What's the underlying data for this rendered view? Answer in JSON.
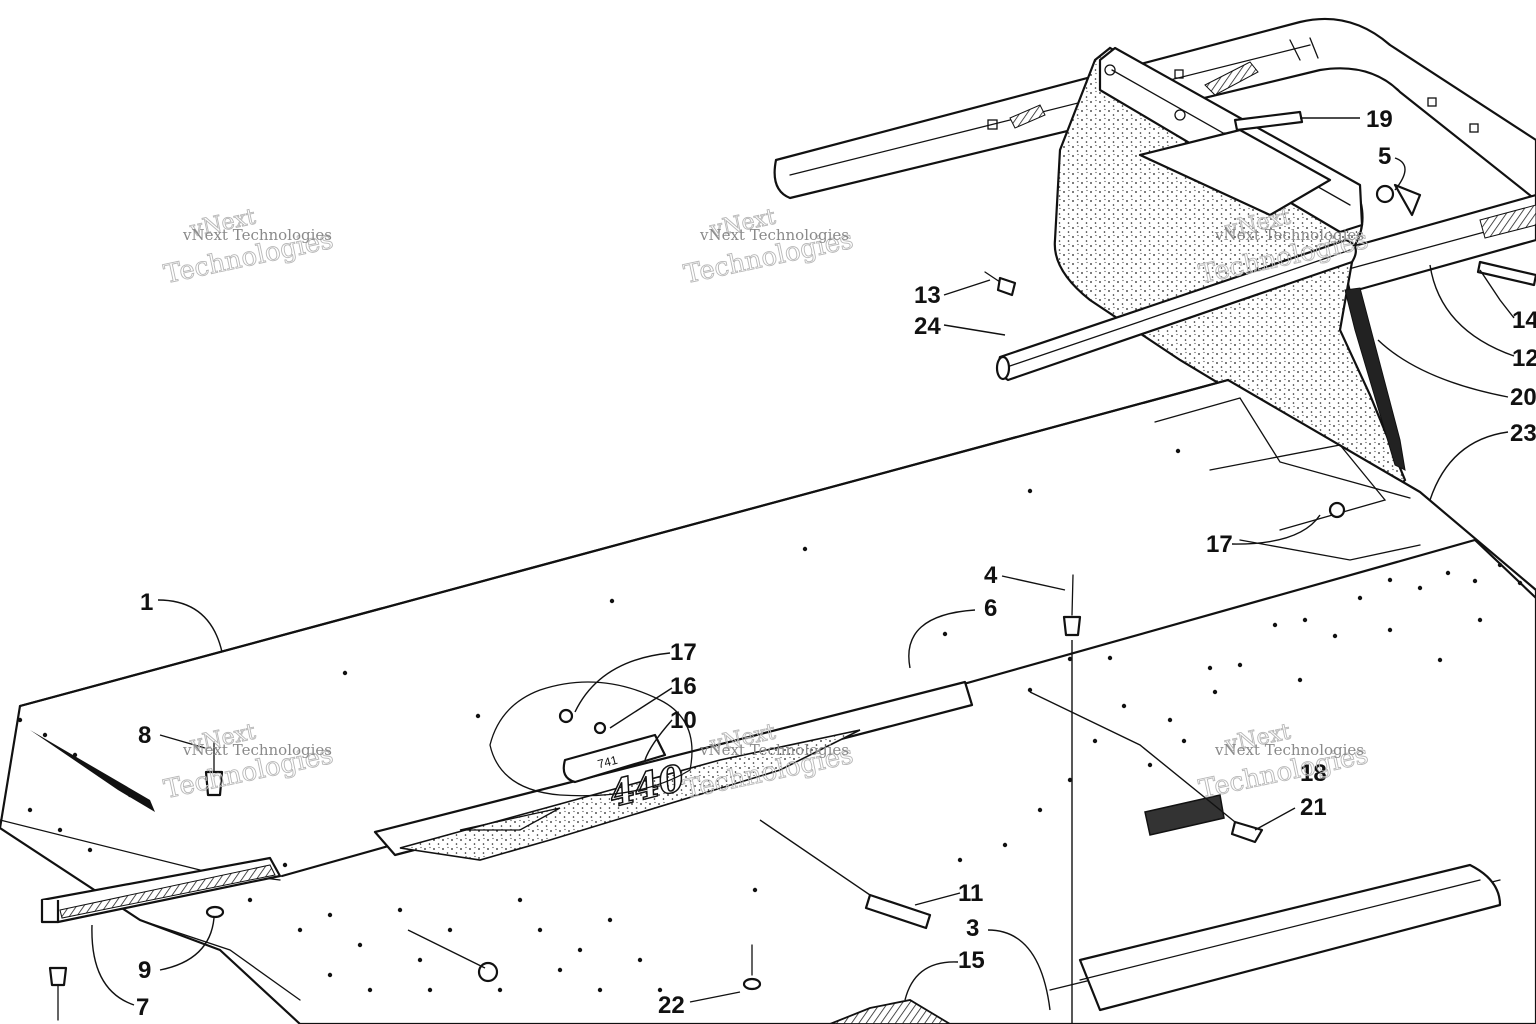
{
  "diagram": {
    "callouts": [
      "1",
      "3",
      "4",
      "5",
      "6",
      "7",
      "8",
      "9",
      "10",
      "11",
      "12",
      "13",
      "14",
      "15",
      "16",
      "17",
      "17",
      "18",
      "19",
      "20",
      "21",
      "22",
      "23",
      "24"
    ]
  },
  "watermark": {
    "line1": "vNext",
    "line2": "Technologies",
    "small": "vNext Technologies"
  }
}
